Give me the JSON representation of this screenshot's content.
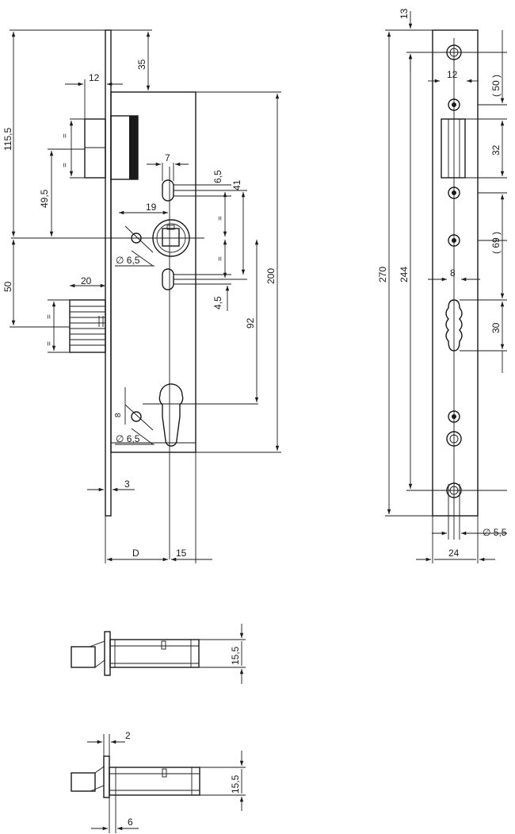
{
  "front_view": {
    "dims": {
      "d_115_5": "115,5",
      "d_35": "35",
      "d_12": "12",
      "d_49_5": "49,5",
      "d_7": "7",
      "d_6_5": "6,5",
      "d_41": "41",
      "d_19": "19",
      "d_phi_6_5_top": "∅ 6,5",
      "d_50": "50",
      "d_20": "20",
      "d_4_5": "4,5",
      "d_92": "92",
      "d_200": "200",
      "d_8": "8",
      "d_phi_6_5_bottom": "∅ 6,5",
      "d_3": "3",
      "d_D": "D",
      "d_15": "15",
      "eq": "="
    }
  },
  "side_view": {
    "dims": {
      "d_13": "13",
      "d_50p": "( 50 )",
      "d_12": "12",
      "d_32": "32",
      "d_270": "270",
      "d_244": "244",
      "d_69p": "( 69 )",
      "d_8": "8",
      "d_30": "30",
      "d_phi_5_5": "∅ 5,5",
      "d_24": "24"
    }
  },
  "bottom_view_1": {
    "dims": {
      "d_15_5": "15,5"
    }
  },
  "bottom_view_2": {
    "dims": {
      "d_2": "2",
      "d_15_5": "15,5",
      "d_6": "6"
    }
  }
}
